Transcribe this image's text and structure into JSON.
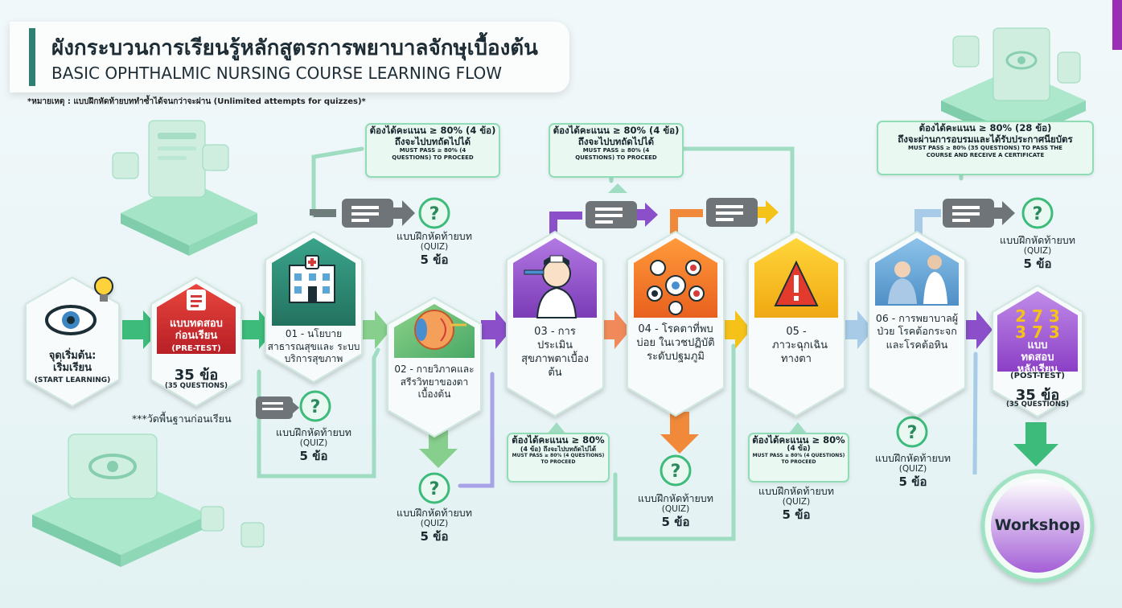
{
  "header": {
    "title_th": "ผังกระบวนการเรียนรู้หลักสูตรการพยาบาลจักษุเบื้องต้น",
    "title_en": "BASIC OPHTHALMIC NURSING COURSE LEARNING FLOW"
  },
  "note": "*หมายเหตุ : แบบฝึกหัดท้ายบททำซ้ำได้จนกว่าจะผ่าน (Unlimited attempts for quizzes)*",
  "start": {
    "th": "จุดเริ่มต้น: เริ่มเรียน",
    "en": "(START LEARNING)"
  },
  "pretest": {
    "label_th": "แบบทดสอบ ก่อนเรียน",
    "label_en": "(PRE-TEST)",
    "count": "35 ข้อ",
    "count_en": "(35 QUESTIONS)",
    "note": "***วัดพื้นฐานก่อนเรียน"
  },
  "modules": [
    {
      "label": "01 - นโยบาย สาธารณสุขและ ระบบบริการสุขภาพ"
    },
    {
      "label": "02 - กายวิภาคและ สรีรวิทยาของตาเบื้องต้น"
    },
    {
      "label": "03 - การประเมิน สุขภาพตาเบื้องต้น"
    },
    {
      "label": "04 - โรคตาที่พบบ่อย ในเวชปฏิบัติ ระดับปฐมภูมิ"
    },
    {
      "label": "05 - ภาวะฉุกเฉิน ทางตา"
    },
    {
      "label": "06 - การพยาบาลผู้ป่วย โรคต้อกระจก และโรคต้อหิน"
    }
  ],
  "quiz": {
    "label_th": "แบบฝึกหัดท้ายบท",
    "label_en": "(QUIZ)",
    "count": "5 ข้อ"
  },
  "rules": {
    "r4_top_th1": "ต้องได้คะแนน ≥ 80% (4 ข้อ)",
    "r4_top_th2": "ถึงจะไปบทถัดไปได้",
    "r4_a_en": "MUST PASS ≥ 80% (4 QUESTIONS) TO PROCEED",
    "r4_b_en": "MUST PASS ≥ 80% (4 QUESTIONS) TO PROCEED",
    "r4_c_th1": "ต้องได้คะแนน ≥ 80%",
    "r4_c_th2": "(4 ข้อ) ถึงจะไปบทถัดไปได้",
    "r4_d_th2": "(4 ข้อ)",
    "r28_th1": "ต้องได้คะแนน ≥ 80% (28 ข้อ)",
    "r28_th2": "ถึงจะผ่านการอบรมและได้รับประกาศนียบัตร",
    "r28_en": "MUST PASS ≥ 80% (35 QUESTIONS) TO PASS THE COURSE AND RECEIVE A CERTIFICATE"
  },
  "posttest": {
    "label_th": "แบบทดสอบ หลังเรียน",
    "label_en": "(POST-TEST)",
    "count": "35 ข้อ",
    "count_en": "(35 QUESTIONS)"
  },
  "workshop": "Workshop",
  "colors": {
    "green": "#3dbb7a",
    "teal": "#2f7f72",
    "purple": "#8a4fc9",
    "orange": "#f07a2a",
    "yellow": "#f5c21a",
    "blue": "#6aa7d8",
    "red": "#d43a3a"
  }
}
